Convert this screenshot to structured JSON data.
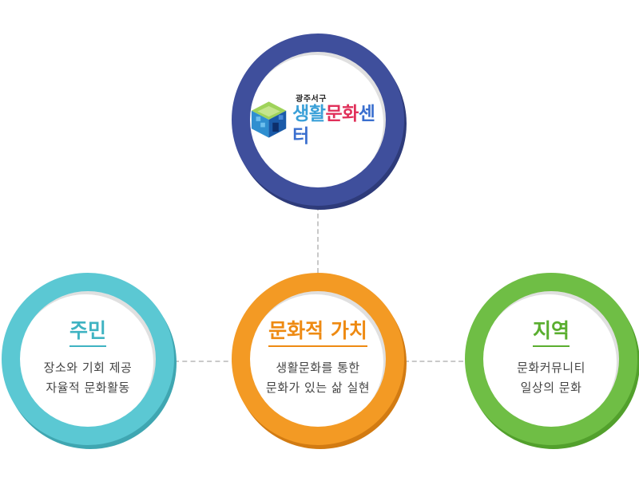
{
  "center_top": {
    "logo": {
      "sub": "광주서구",
      "part1": "생활",
      "part2": "문화",
      "part3": "센터"
    }
  },
  "nodes": {
    "left": {
      "title": "주민",
      "lines": [
        "장소와 기회 제공",
        "자율적 문화활동"
      ]
    },
    "center": {
      "title": "문화적 가치",
      "lines": [
        "생활문화를 통한",
        "문화가 있는 삶 실현"
      ]
    },
    "right": {
      "title": "지역",
      "lines": [
        "문화커뮤니티",
        "일상의 문화"
      ]
    }
  },
  "colors": {
    "top_ring": "#3f4f9c",
    "left_ring": "#5bc8d3",
    "center_ring": "#f39a24",
    "right_ring": "#6fbe45"
  }
}
